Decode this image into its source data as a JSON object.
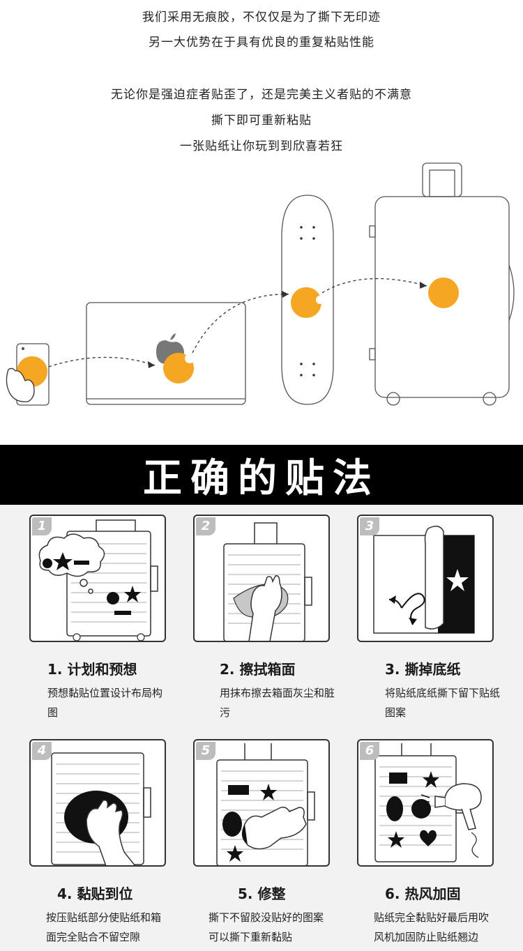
{
  "intro": {
    "lines": [
      "我们采用无痕胶，不仅仅是为了撕下无印迹",
      "另一大优势在于具有优良的重复粘贴性能",
      "无论你是强迫症者贴歪了，还是完美主义者贴的不满意",
      "撕下即可重新粘贴",
      "一张贴纸让你玩到到欣喜若狂"
    ]
  },
  "colors": {
    "sticker": "#f5a623",
    "banner_bg": "#000000",
    "steps_bg": "#f2f2f2"
  },
  "banner": {
    "title": "正确的贴法"
  },
  "steps": [
    {
      "num": "1",
      "title": "1. 计划和预想",
      "desc": "预想黏贴位置设计布局构图"
    },
    {
      "num": "2",
      "title": "2. 擦拭箱面",
      "desc": "用抹布擦去箱面灰尘和脏污"
    },
    {
      "num": "3",
      "title": "3. 撕掉底纸",
      "desc": "将贴纸底纸撕下留下贴纸图案"
    },
    {
      "num": "4",
      "title": "4. 黏贴到位",
      "desc": "按压贴纸部分使贴纸和箱面完全贴合不留空隙"
    },
    {
      "num": "5",
      "title": "5. 修整",
      "desc": "撕下不留胶没贴好的图案可以撕下重新黏贴"
    },
    {
      "num": "6",
      "title": "6. 热风加固",
      "desc": "贴纸完全黏贴好最后用吹风机加固防止贴纸翘边"
    }
  ]
}
